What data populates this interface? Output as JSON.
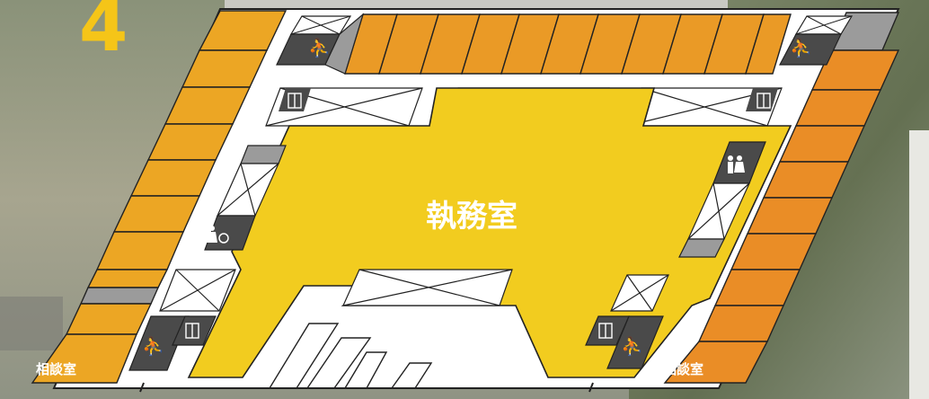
{
  "floor": {
    "number": "4"
  },
  "rooms": {
    "main_office": "執務室",
    "consultation_left": "相談室",
    "consultation_right": "相談室"
  },
  "icons": {
    "stairs": "escalator-stairs-icon",
    "elevator": "elevator-icon",
    "restroom": "restroom-icon",
    "accessible_restroom": "accessible-restroom-icon"
  },
  "colors": {
    "office": "#f2cc1f",
    "rooms_left": "#eca624",
    "rooms_right": "#ea8d26",
    "facility": "#4a4a4a",
    "storage": "#9b9b9b",
    "void": "#ffffff",
    "floor_badge": "#f5c518"
  }
}
